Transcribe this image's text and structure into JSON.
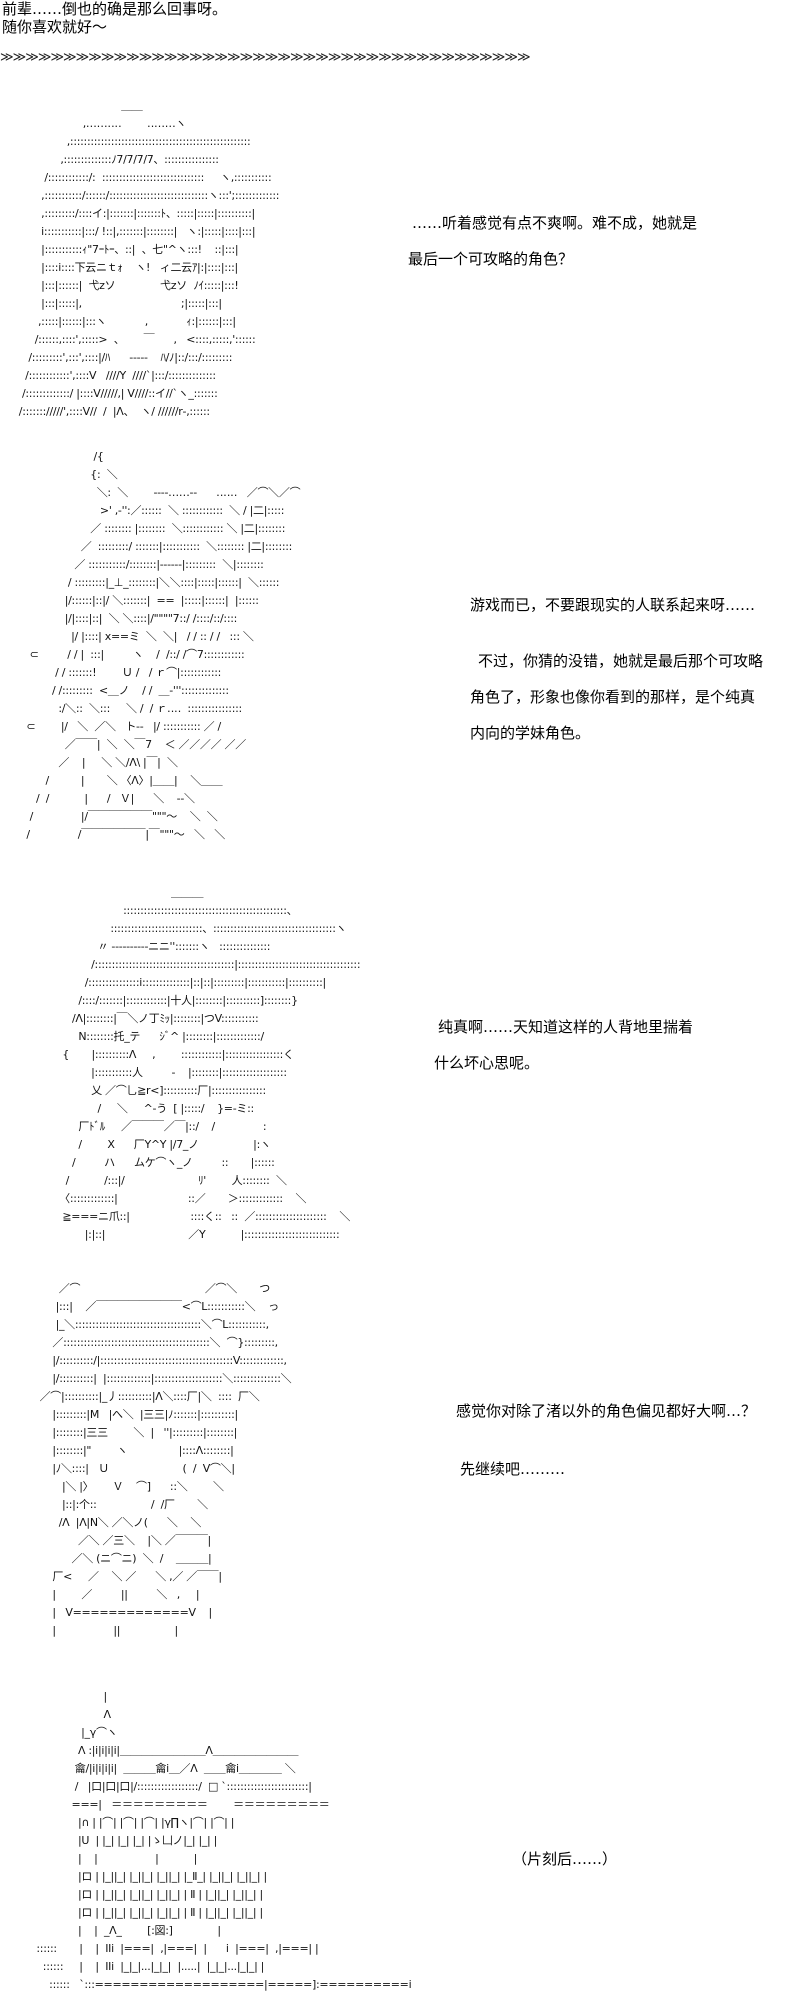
{
  "intro": {
    "line1": "前辈……倒也的确是那么回事呀。",
    "line2": "随你喜欢就好～"
  },
  "separator": "≫≫≫≫≫≫≫≫≫≫≫≫≫≫≫≫≫≫≫≫≫≫≫≫≫≫≫≫≫≫≫≫≫≫≫≫≫≫≫≫≫≫",
  "panels": [
    {
      "dialogue": [
        "……听着感觉有点不爽啊。难不成，她就是",
        "最后一个可攻略的角色？"
      ],
      "art": [
        "                                    ＿＿",
        "                        ,……‥‥        ‥……ヽ",
        "                   ,:::::::::::::::::::::::::::::::::::::::::::::::::::::",
        "                 ,::::::::::::::ﾉ7/7/7/7、::::::::::::::::",
        "            /::::::::::::/:  ::::::::::::::::::::::::::::::     ヽ,:::::::::::",
        "           ,:::::::::::/::::::/:::::::::::::::::::::::::::::ヽ:::';:::::::::::::",
        "           ,:::::::::/::::イ:|:::::::|:::::::ﾄ、:::::|:::::|::::::::::|",
        "           i:::::::::::|:::/ !::|,:::::::|::::::::|   ヽ:|:::::|::::|:::|",
        "           |:::::::::::ｨ\"7ｰﾄｰ、::|  、七\"^ヽ:::!    ::|:::|",
        "           |::::i::::下云ニｔｫ    ヽ!   ィ二云ｱ|:|::::|:::|",
        "           |:::|::::::|  弋zソ              弋zソ  ﾉｲ:::::|:::!",
        "           |:::|:::::|,                               ;|:::::|:::|",
        "          ,:::::|::::::|:::ヽ            ,            ｨ:|::::::|:::|",
        "         /::::::,::::',:::::>  、      ￣      ,   <::::,:::::,'::::::",
        "       /:::::::::',:::',::::|/ﾊ      ‐‐‐‐‐    ﾊ/ﾉ|::/:::/:::::::::",
        "      /::::::::::::',::::V   ////Y  ////`|:::/::::::::::::::",
        "     /:::::::::::::/ |::::V/////,| V////::イ//`ヽ_:::::::",
        "    /::::::://///',::::V//  /  |Λ、  ヽ/ //////r‐,::::::"
      ]
    },
    {
      "dialogue": [
        "游戏而已，不要跟现实的人联系起来呀……",
        "不过，你猜的没错，她就是最后那个可攻略",
        "角色了，形象也像你看到的那样，是个纯真",
        "内向的学妹角色。"
      ],
      "art": [
        "                            /{",
        "                           {:  ＼",
        "                             ＼:  ＼        ‐‐‐‐……‐‐      ‥‥‥   ／⌒＼／⌒",
        "                              >' ,‐'':／::::::  ＼ ::::::::::::  ＼ / |二|:::::",
        "                           ／ :::::::: |::::::::  ＼:::::::::::: ＼ |二|::::::::",
        "                        ／  :::::::::/ :::::::|:::::::::::  ＼:::::::: |二|::::::::",
        "                      ／ :::::::::::/::::::::|‐‐‐‐‐‐|:::::::::  ＼|::::::::",
        "                    / :::::::::|_⊥_::::::::|＼＼::::|:::::|::::::|  ＼::::::",
        "                   |/::::::|::|/ ＼:::::::|  ==  |:::::|::::::|  |::::::",
        "                   |/|::::|::|  ＼ ＼::::|/\"\"\"\"7::/ /::::/::/::::",
        "                     |/ |::::| x==ミ  ＼  ＼|   / / :: / /   ::: ＼",
        "        ⊂         / / |  :::|         ヽ    /  /::/ /⌒7::::::::::::",
        "                / / :::::::!        Ｕ /   / ｒ⌒|::::::::::::",
        "               / /:::::::::  <＿ノ    / /  ＿‐'''::::::::::::::",
        "                 :/＼::  ＼:::     ＼ /  / ｒ‥‥  ::::::::::::::::",
        "       ⊂        |/   ＼  ／＼   ト‐‐   |/ ::::::::::: ／ /",
        "                   ／￣￣|  ＼  ＼￣7    ＜ ／／／／ ／／",
        "                 ／    |     ＼ ＼/Λ\\ |￣|  ＼",
        "             /          |       ＼ 〈Λ〉|＿＿|    ＼＿＿",
        "          /  /           |      /   Ｖ|      ＼    ‐‐＼",
        "        /               |/￣￣￣￣￣￣\"\"\"～    ＼  ＼",
        "       /               /￣￣￣￣￣￣|￣\"\"\"～   ＼   ＼"
      ]
    },
    {
      "dialogue": [
        "纯真啊……天知道这样的人背地里揣着",
        "什么坏心思呢。"
      ],
      "art": [
        "                                         ＿＿＿",
        "                          ::::::::::::::::::::::::::::::::::::::::::::::::、",
        "                      :::::::::::::::::::::::::::、::::::::::::::::::::::::::::::::::::ヽ",
        "                  〃 ‐‐‐‐‐‐‐‐‐‐ニニ'':::::::ヽ   :::::::::::::::",
        "                /:::::::::::::::::::::::::::::::::::::::::|::::::::::::::::::::::::::::::::::::",
        "              /:::::::::::::::i::::::::::::::|::|::|:::::::::|:::::::::::|::::::::::|",
        "            /::::/:::::::|::::::::::::|十人|::::::::|::::::::::]::::::::}",
        "          /Λ|::::::::|￣＼ノ丁ﾐｯ|::::::::|つV:::::::::::",
        "            N::::::::托_テ      ｼﾞ^ |::::::::|:::::::::::::/",
        "       {       |::::::::::Λ     ,        ::::::::::::|:::::::::::::::::く",
        "                |:::::::::::人         -    |::::::::|:::::::::::::::::::",
        "                乂 ／⌒乚≧r<]::::::::::厂|::::::::::::::::",
        "                  /     ＼     ^‐う  [ |:::::/    }=‐ミ::",
        "            厂ﾄﾞﾙ     ／￣￣￣／￣|::/    /               :",
        "            /        X      厂Y^Y |/7_ノ                 |:ヽ",
        "          /         ハ      ムケ⌒ヽ_ノ         ::       |::::::",
        "        /           /:::|/                       ﾘ'        人::::::::  ＼",
        "      〈:::::::::::::|                      ::／       ＞:::::::::::::    ＼",
        "       ≧===ニ爪::|                   ::::く::   ::  ／:::::::::::::::::::::    ＼",
        "              |:|::|                          ／Y           |::::::::::::::::::::::::::::"
      ]
    },
    {
      "dialogue": [
        "感觉你对除了渚以外的角色偏见都好大啊…？",
        "先继续吧………"
      ],
      "art": [
        "",
        "         ／⌒                                       ／⌒＼       つ",
        "        |:::|    ／￣￣￣￣￣￣￣￣<⌒L:::::::::::＼    っ",
        "        |_＼:::::::::::::::::::::::::::::::::::::＼⌒L:::::::::::,",
        "       ／:::::::::::::::::::::::::::::::::::::::::::＼  ⌒}:::::::::,",
        "       |/::::::::::/|:::::::::::::::::::::::::::::::::::::::V:::::::::::::,",
        "       |/::::::::::|  |:::::::::::::|::::::::::::::::::::＼::::::::::::::＼",
        "   ／⌒|::::::::::|_丿::::::::::|Λ＼::::厂|＼  ::::  厂＼",
        "       |:::::::::|M   |へ＼  |三三|ﾉ:::::::|::::::::::|",
        "       |::::::::|三三        ＼  |   ''|:::::::::|::::::::|",
        "       |::::::::|\"        ヽ                |::::Λ::::::::|",
        "       |ﾉ＼::::|   Ｕ                       (  /  V⌒＼|",
        "          |＼ |〉      Ｖ    ⌒]      ::＼        ＼",
        "          |::|:个::                 /  /厂       ＼",
        "         /Λ  |Λ|N＼ ／＼ノ(      ＼    ＼",
        "               ／＼ ／三＼    |＼ ／￣￣￣|",
        "             ／＼ (ニ⌒ニ)  ＼  /    ＿＿＿|",
        "       厂<     ／    ＼ ／      ＼ ,／ ／￣￣|",
        "       |        ／         ||         ＼   ,     |",
        "       |   V=============V    |",
        "       |                  ||                 |"
      ]
    },
    {
      "dialogue": [
        "（片刻后……）"
      ],
      "art": [
        "                       |",
        "                       Λ",
        "                |_γ⌒ヽ",
        "               Λ :|i|i|i|i|＿＿＿＿＿＿＿＿Λ＿＿＿＿＿＿＿＿",
        "              龠/|i|i|i|i|  ＿＿＿龠i＿／Λ  ＿＿龠i＿＿＿＿ ＼",
        "              /   |口|口|口|/::::::::::::::::::/  □ `::::::::::::::::::::::::|",
        "             ===|   ＝＝＝＝＝＝＝＝＝        ＝＝＝＝＝＝＝＝＝",
        "               |∩ | |⌒| |⌒| |⌒| |γ∏ヽ|⌒| |⌒| |",
        "               |U  | |_| |_| |_| |ゝ凵ノ|_| |_| |",
        "               |    |                  |           |",
        "               |ロ | |_||_| |_||_| |_||_| |_Ⅱ_| |_||_| |_||_| |",
        "               |ロ | |_||_| |_||_| |_||_| | Ⅱ | |_||_| |_||_| |",
        "               |ロ | |_||_| |_||_| |_||_| | Ⅱ | |_||_| |_||_| |",
        "               |    |  _Λ_        [:図:]              |",
        "  ::::::       |    |  IIi  |===|  ,|===|  |      i  |===|  ,|===| |",
        "    ::::::     |    |  IIi  |_|_|...|_|_|  |.....|  |_|_|...|_|_| |",
        "      ::::::   `:::===================|=====]:==========i"
      ]
    }
  ]
}
